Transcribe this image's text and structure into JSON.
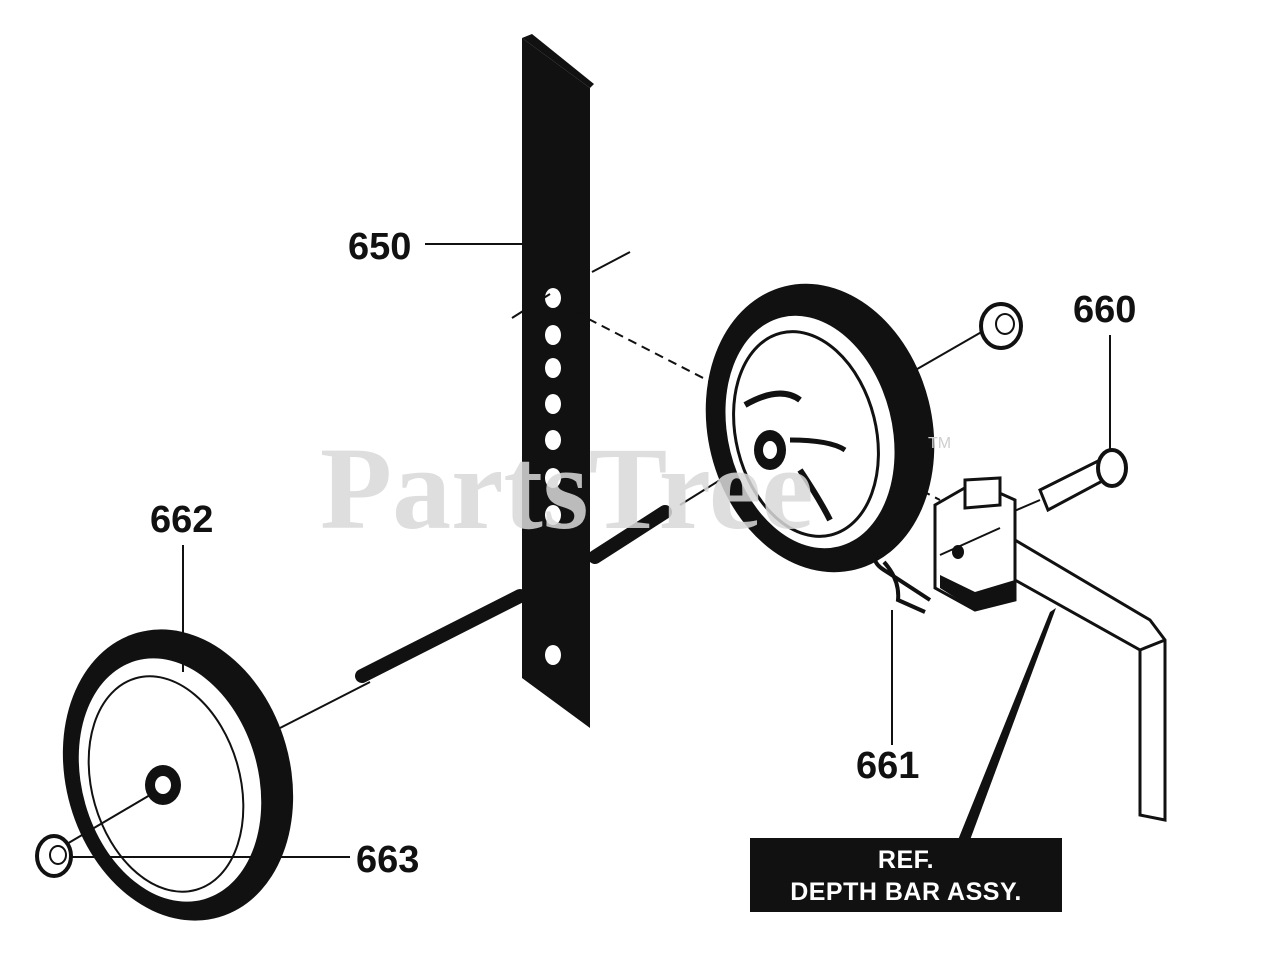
{
  "diagram": {
    "callouts": {
      "c650": "650",
      "c660": "660",
      "c661": "661",
      "c662": "662",
      "c663": "663"
    },
    "reference_box": {
      "line1": "REF.",
      "line2": "DEPTH BAR ASSY."
    },
    "watermark": {
      "text": "PartsTree",
      "trademark": "TM"
    }
  },
  "colors": {
    "ink": "#111111",
    "paper": "#ffffff",
    "watermark": "#d9d9d9"
  }
}
